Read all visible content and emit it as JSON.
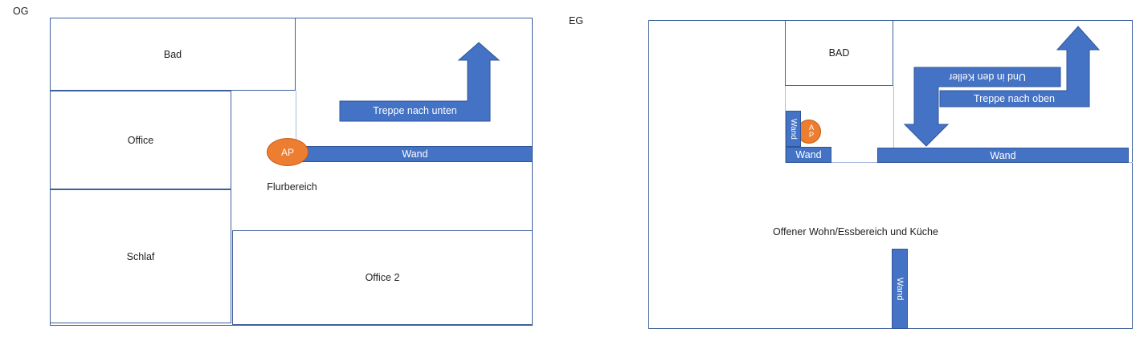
{
  "floors": {
    "og": {
      "title": "OG",
      "rooms": {
        "bad": "Bad",
        "office": "Office",
        "schlaf": "Schlaf",
        "office2": "Office 2",
        "corridor": "Flurbereich"
      },
      "stairs_down": "Treppe nach unten",
      "wall": "Wand",
      "access_point": "AP"
    },
    "eg": {
      "title": "EG",
      "rooms": {
        "bad": "BAD",
        "living": "Offener Wohn/Essbereich und Küche"
      },
      "stairs_up": "Treppe nach oben",
      "stairs_to_basement": "Und in den Keller",
      "wall_vertical_small": "Wand",
      "wall_horizontal_small": "Wand",
      "wall_main": "Wand",
      "wall_bottom": "Wand",
      "access_point_line1": "A",
      "access_point_line2": "P"
    }
  },
  "colors": {
    "bar_blue": "#4472C4",
    "bar_border": "#2F5597",
    "room_outline": "#3E619B",
    "light_line": "#A9BCDF",
    "ap_orange": "#ED7D31",
    "ap_border": "#C55A11",
    "text_dark": "#1F1F1F",
    "text_light": "#FFFFFF"
  }
}
